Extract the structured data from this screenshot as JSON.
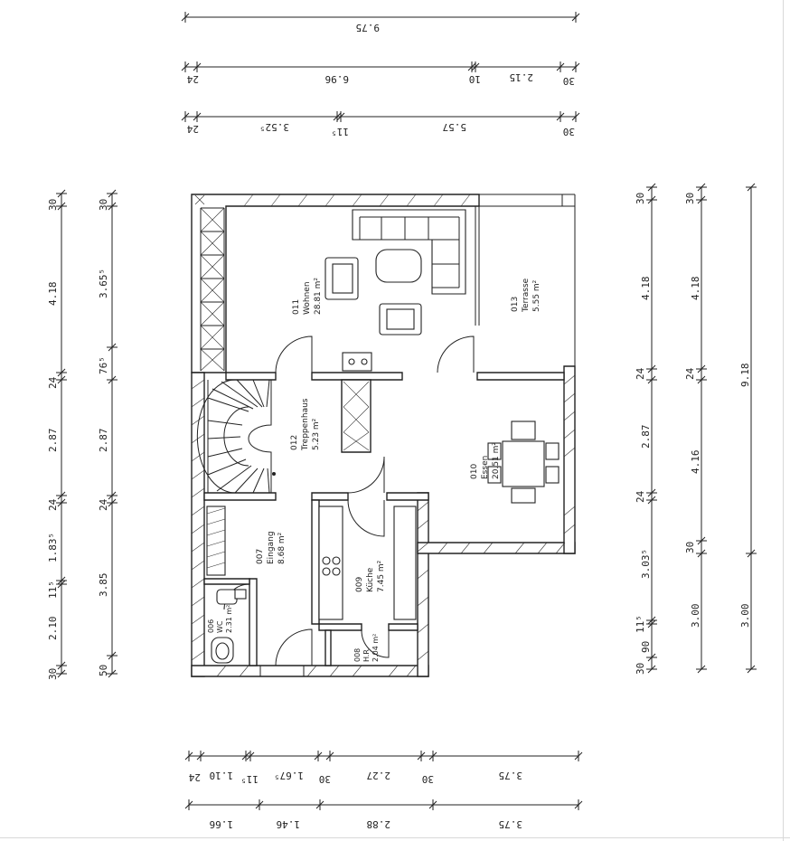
{
  "top_dimensions": {
    "row1": [
      "9.75"
    ],
    "row2": [
      "24",
      "6.96",
      "10",
      "2.15",
      "30"
    ],
    "row3": [
      "24",
      "3.52⁵",
      "11⁵",
      "5.57",
      "30"
    ]
  },
  "bottom_dimensions": {
    "row1": [
      "24",
      "1.10",
      "11⁵",
      "1.67⁵",
      "30",
      "2.27",
      "30",
      "3.75"
    ],
    "row2": [
      "1.66",
      "1.46",
      "2.88",
      "3.75"
    ]
  },
  "left_dimensions": {
    "col1": [
      "30",
      "4.18",
      "24",
      "2.87",
      "24",
      "1.83⁵",
      "11⁵",
      "2.10",
      "30"
    ],
    "col2": [
      "30",
      "3.65⁵",
      "76⁵",
      "2.87",
      "24",
      "3.85",
      "50"
    ]
  },
  "right_dimensions": {
    "col1": [
      "30",
      "4.18",
      "24",
      "2.87",
      "24",
      "3.03⁵",
      "11⁵",
      "90",
      "30"
    ],
    "col2": [
      "30",
      "4.18",
      "24",
      "4.16",
      "30",
      "3.00"
    ],
    "col3": [
      "9.18",
      "3.00"
    ]
  },
  "rooms": {
    "wohnen": {
      "number": "011",
      "name": "Wohnen",
      "area": "28.81 m²"
    },
    "terrasse": {
      "number": "013",
      "name": "Terrasse",
      "area": "5.55 m²"
    },
    "treppenhaus": {
      "number": "012",
      "name": "Treppenhaus",
      "area": "5.23 m²"
    },
    "essen": {
      "number": "010",
      "name": "Essen",
      "area": "20.51 m²"
    },
    "eingang": {
      "number": "007",
      "name": "Eingang",
      "area": "8.68 m²"
    },
    "kueche": {
      "number": "009",
      "name": "Küche",
      "area": "7.45 m²"
    },
    "wc": {
      "number": "006",
      "name": "WC",
      "area": "2.31 m²"
    },
    "hr": {
      "number": "008",
      "name": "H.R.",
      "area": "2.04 m²"
    }
  }
}
